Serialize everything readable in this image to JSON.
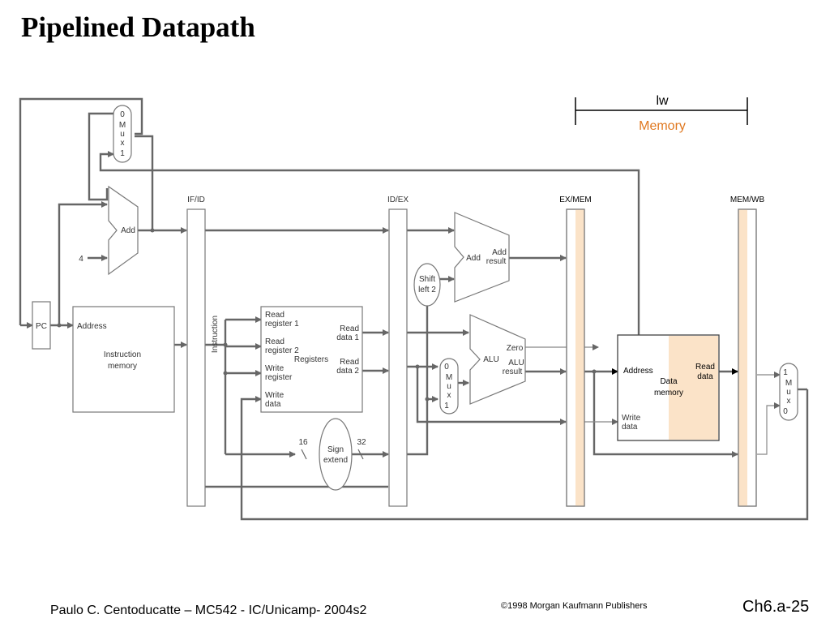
{
  "title": "Pipelined Datapath",
  "instruction": {
    "name": "lw",
    "stage": "Memory"
  },
  "registers": {
    "ifid": "IF/ID",
    "idex": "ID/EX",
    "exmem": "EX/MEM",
    "memwb": "MEM/WB"
  },
  "labels": {
    "mux_top": [
      "0",
      "M",
      "u",
      "x",
      "1"
    ],
    "mux_alu": [
      "0",
      "M",
      "u",
      "x",
      "1"
    ],
    "mux_wb": [
      "1",
      "M",
      "u",
      "x",
      "0"
    ],
    "add": "Add",
    "four": "4",
    "pc": "PC",
    "address": "Address",
    "instruction_memory": [
      "Instruction",
      "memory"
    ],
    "instruction": "Instruction",
    "read_register_1": [
      "Read",
      "register 1"
    ],
    "read_register_2": [
      "Read",
      "register 2"
    ],
    "write_register": [
      "Write",
      "register"
    ],
    "write_data": [
      "Write",
      "data"
    ],
    "registers": "Registers",
    "read_data_1": [
      "Read",
      "data 1"
    ],
    "read_data_2": [
      "Read",
      "data 2"
    ],
    "shift_left_2": [
      "Shift",
      "left 2"
    ],
    "add_result": [
      "Add",
      "result"
    ],
    "alu": "ALU",
    "zero": "Zero",
    "alu_result": [
      "ALU",
      "result"
    ],
    "sign_extend": [
      "Sign",
      "extend"
    ],
    "bits_16": "16",
    "bits_32": "32",
    "dm_address": "Address",
    "read_data": [
      "Read",
      "data"
    ],
    "data_memory": [
      "Data",
      "memory"
    ],
    "dm_write_data": [
      "Write",
      "data"
    ]
  },
  "colors": {
    "highlight": "#fbe3c8",
    "stage_text": "#e07820"
  },
  "footer": {
    "left": "Paulo C. Centoducatte – MC542 - IC/Unicamp- 2004s2",
    "middle": "©1998 Morgan Kaufmann Publishers",
    "right": "Ch6.a-25"
  }
}
